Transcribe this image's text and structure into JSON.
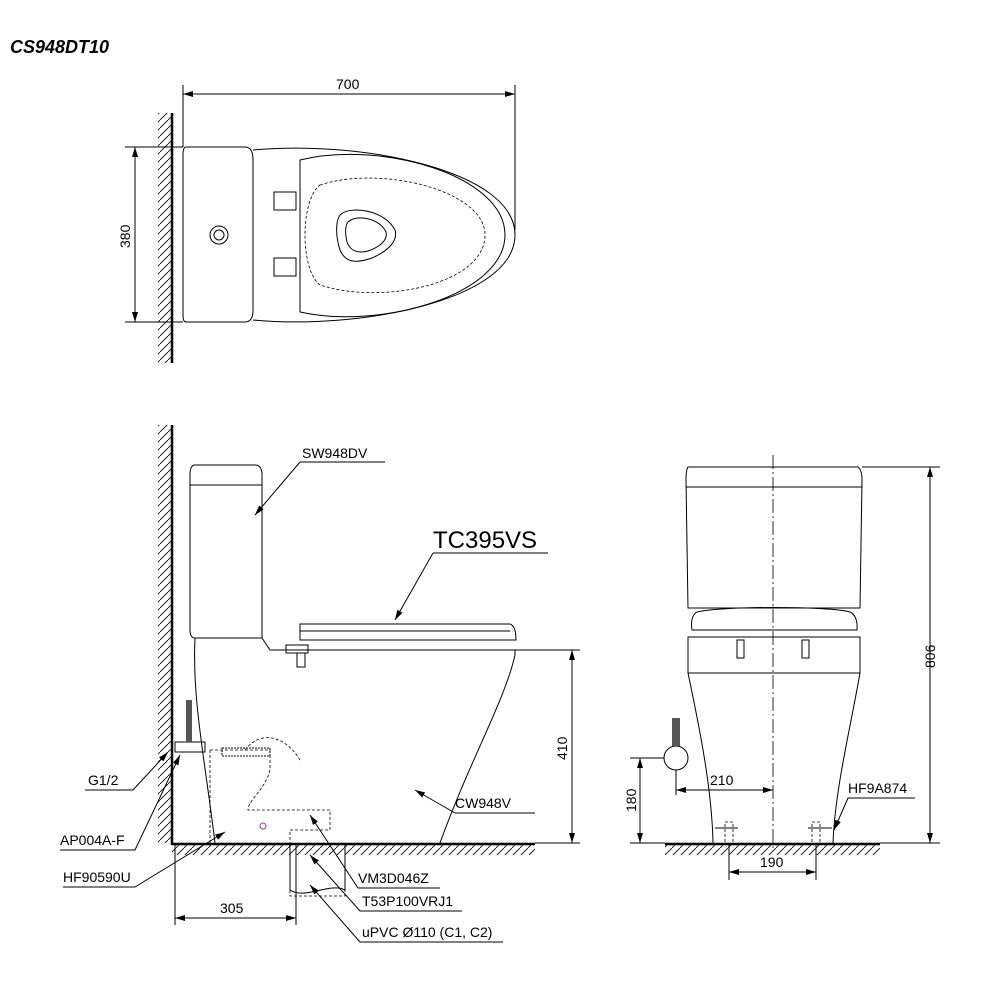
{
  "title": "CS948DT10",
  "top_view": {
    "width_dim": "700",
    "depth_dim": "380"
  },
  "side_view": {
    "labels": {
      "tank": "SW948DV",
      "seat": "TC395VS",
      "bowl": "CW948V",
      "supply_thread": "G1/2",
      "stop_valve": "AP004A-F",
      "hose": "HF90590U",
      "flange": "VM3D046Z",
      "adapter": "T53P100VRJ1",
      "pipe": "uPVC Ø110 (C1, C2)"
    },
    "height_dim": "410",
    "outlet_dim": "305"
  },
  "front_view": {
    "total_height_dim": "806",
    "supply_height_dim": "180",
    "supply_offset_dim": "210",
    "bolt_spacing_dim": "190",
    "bolt_label": "HF9A874"
  }
}
